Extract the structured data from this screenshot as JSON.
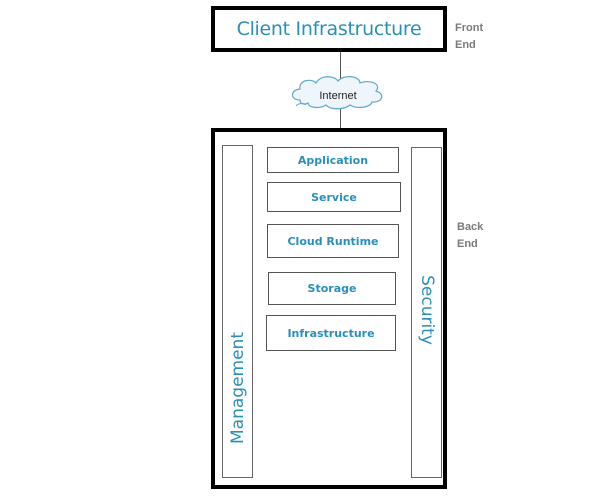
{
  "diagram": {
    "frontend": {
      "box_label": "Client Infrastructure",
      "tier_label_line1": "Front",
      "tier_label_line2": "End"
    },
    "network": {
      "label": "Internet",
      "icon": "cloud-icon"
    },
    "backend": {
      "tier_label_line1": "Back",
      "tier_label_line2": "End",
      "left_pillar": "Management",
      "right_pillar": "Security",
      "layers": [
        "Application",
        "Service",
        "Cloud Runtime",
        "Storage",
        "Infrastructure"
      ]
    },
    "colors": {
      "accent_text": "#2a8fb8",
      "border": "#000000",
      "tier_label": "#7a7a7a"
    }
  }
}
